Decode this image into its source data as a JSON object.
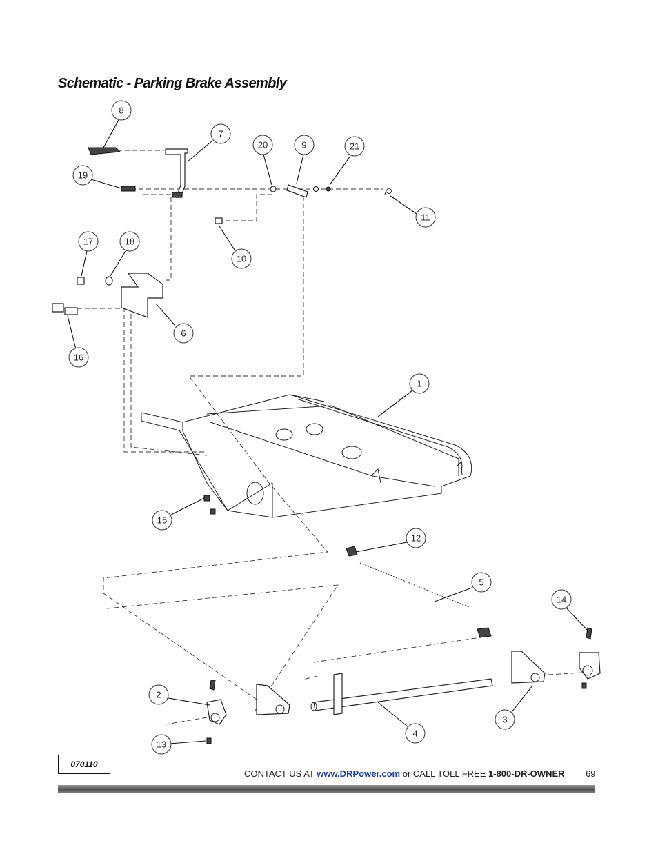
{
  "page": {
    "title": "Schematic - Parking Brake Assembly",
    "code": "070110",
    "page_number": "69"
  },
  "footer": {
    "contact_prefix": "CONTACT US AT ",
    "url": "www.DRPower.com",
    "middle": " or CALL TOLL FREE ",
    "phone": "1-800-DR-OWNER"
  },
  "callouts": [
    "1",
    "2",
    "3",
    "4",
    "5",
    "6",
    "7",
    "8",
    "9",
    "10",
    "11",
    "12",
    "13",
    "14",
    "15",
    "16",
    "17",
    "18",
    "19",
    "20",
    "21"
  ]
}
